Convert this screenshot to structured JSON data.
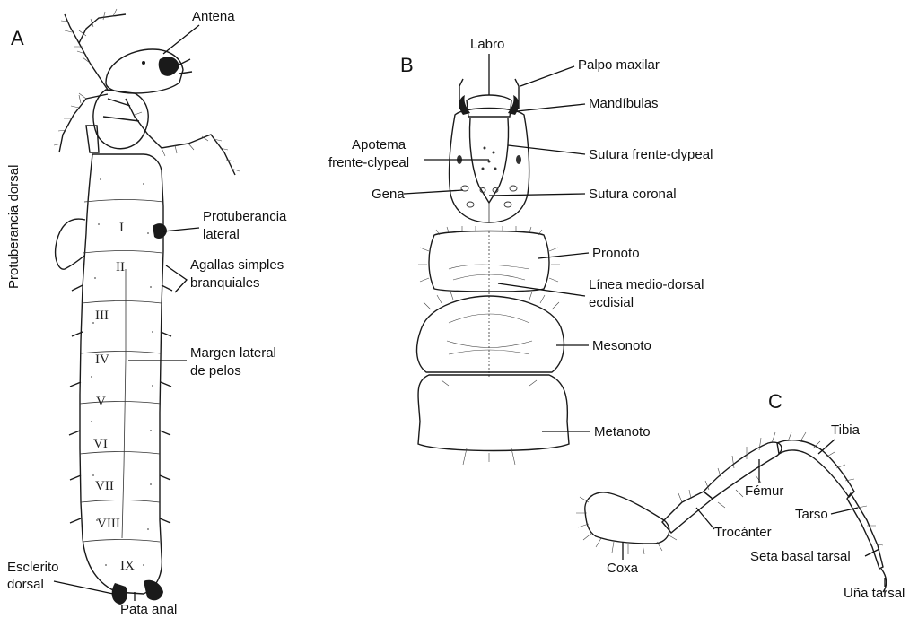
{
  "panels": {
    "a": "A",
    "b": "B",
    "c": "C"
  },
  "panel_a": {
    "antenna": "Antena",
    "dorsal_protuberance": "Protuberancia dorsal",
    "lateral_protuberance": [
      "Protuberancia",
      "lateral"
    ],
    "gills": [
      "Agallas simples",
      "branquiales"
    ],
    "hair_margin": [
      "Margen lateral",
      "de pelos"
    ],
    "dorsal_sclerite": [
      "Esclerito",
      "dorsal"
    ],
    "anal_leg": "Pata anal",
    "segments": [
      "I",
      "II",
      "III",
      "IV",
      "V",
      "VI",
      "VII",
      "VIII",
      "IX"
    ]
  },
  "panel_b": {
    "labrum": "Labro",
    "maxillary_palp": "Palpo maxilar",
    "mandibles": "Mandíbulas",
    "frontoclypeal_apotome": [
      "Apotema",
      "frente-clypeal"
    ],
    "frontoclypeal_suture": "Sutura frente-clypeal",
    "gena": "Gena",
    "coronal_suture": "Sutura coronal",
    "pronotum": "Pronoto",
    "ecdysial_line": [
      "Línea medio-dorsal",
      "ecdisial"
    ],
    "mesonotum": "Mesonoto",
    "metanotum": "Metanoto"
  },
  "panel_c": {
    "tibia": "Tibia",
    "femur": "Fémur",
    "tarsus": "Tarso",
    "trochanter": "Trocánter",
    "coxa": "Coxa",
    "basal_tarsal_seta": "Seta basal tarsal",
    "tarsal_claw": "Uña tarsal"
  }
}
